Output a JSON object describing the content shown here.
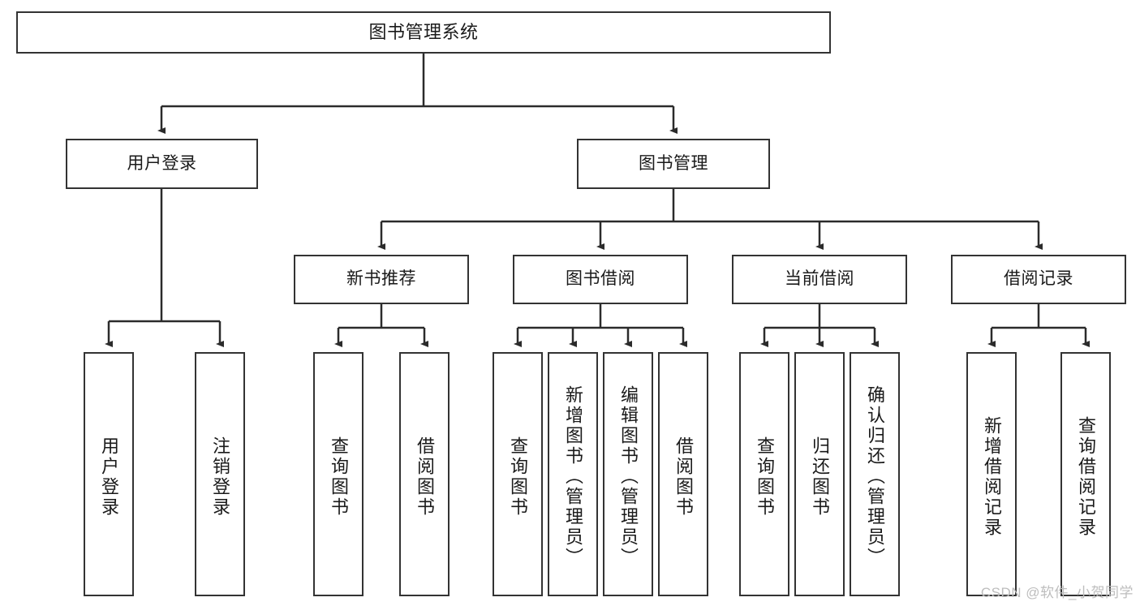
{
  "diagram": {
    "title": "图书管理系统",
    "type": "tree-hierarchy-diagram",
    "root": {
      "label": "图书管理系统"
    },
    "level2": [
      {
        "label": "用户登录"
      },
      {
        "label": "图书管理"
      }
    ],
    "level3": [
      {
        "label": "新书推荐"
      },
      {
        "label": "图书借阅"
      },
      {
        "label": "当前借阅"
      },
      {
        "label": "借阅记录"
      }
    ],
    "leaves": {
      "user_login": [
        {
          "label": "用户登录"
        },
        {
          "label": "注销登录"
        }
      ],
      "new_book_recommend": [
        {
          "label": "查询图书"
        },
        {
          "label": "借阅图书"
        }
      ],
      "book_borrow": [
        {
          "label": "查询图书"
        },
        {
          "label": "新增图书（管理员）"
        },
        {
          "label": "编辑图书（管理员）"
        },
        {
          "label": "借阅图书"
        }
      ],
      "current_borrow": [
        {
          "label": "查询图书"
        },
        {
          "label": "归还图书"
        },
        {
          "label": "确认归还（管理员）"
        }
      ],
      "borrow_record": [
        {
          "label": "新增借阅记录"
        },
        {
          "label": "查询借阅记录"
        }
      ]
    }
  },
  "watermark": {
    "text": "CSDN @软件_小贺同学"
  },
  "colors": {
    "box_border": "#333333",
    "box_fill": "#ffffff",
    "connector": "#2b2b2b",
    "text": "#1a1a1a",
    "watermark": "#bdbdbd",
    "background": "#ffffff"
  }
}
